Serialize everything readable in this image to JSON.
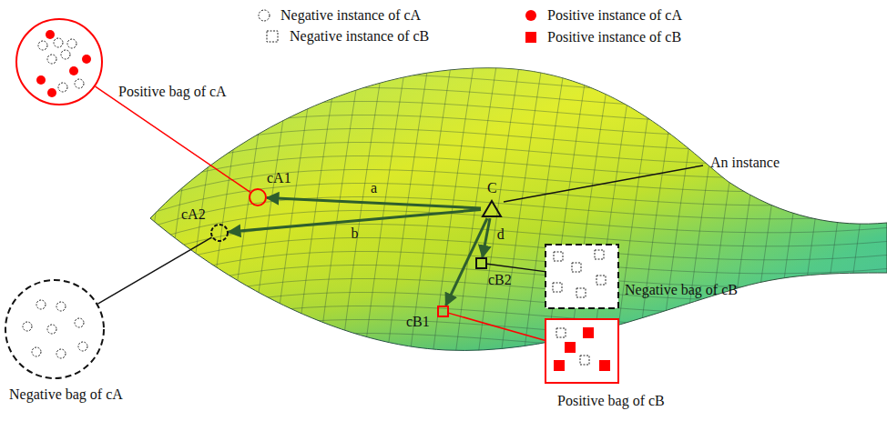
{
  "diagram": {
    "nodes": [
      {
        "text": [
          "Positive bag of cA"
        ]
      },
      {
        "text": [
          "cA1"
        ]
      },
      {
        "text": [
          "cA2"
        ]
      },
      {
        "text": [
          "C"
        ]
      },
      {
        "text": [
          "Negative bag of cA"
        ]
      },
      {
        "text": [
          "cB2"
        ]
      },
      {
        "text": [
          "cB1"
        ]
      },
      {
        "text": [
          "Negative bag of cB"
        ]
      },
      {
        "text": [
          "Positive bag of cB"
        ]
      }
    ],
    "edges": [
      {
        "from": 3,
        "to": 1,
        "label": "a",
        "arrow": "to"
      },
      {
        "from": 3,
        "to": 2,
        "label": "b",
        "arrow": "to"
      },
      {
        "from": 3,
        "to": 5,
        "label": "d",
        "arrow": "to"
      },
      {
        "from": 3,
        "to": 6,
        "arrow": "to"
      },
      {
        "from": 1,
        "to": 0,
        "arrow": "none"
      },
      {
        "from": 2,
        "to": 4,
        "arrow": "none"
      },
      {
        "from": 5,
        "to": 7,
        "arrow": "none"
      },
      {
        "from": 6,
        "to": 8,
        "arrow": "none"
      }
    ],
    "labels": [
      "An instance"
    ],
    "legend": [
      {
        "text": "Negative instance of cA"
      },
      {
        "text": "Negative instance of cB"
      },
      {
        "text": "Positive instance of cA",
        "color": "#ff0000"
      },
      {
        "text": "Positive instance of cB",
        "color": "#ff0000"
      }
    ]
  }
}
